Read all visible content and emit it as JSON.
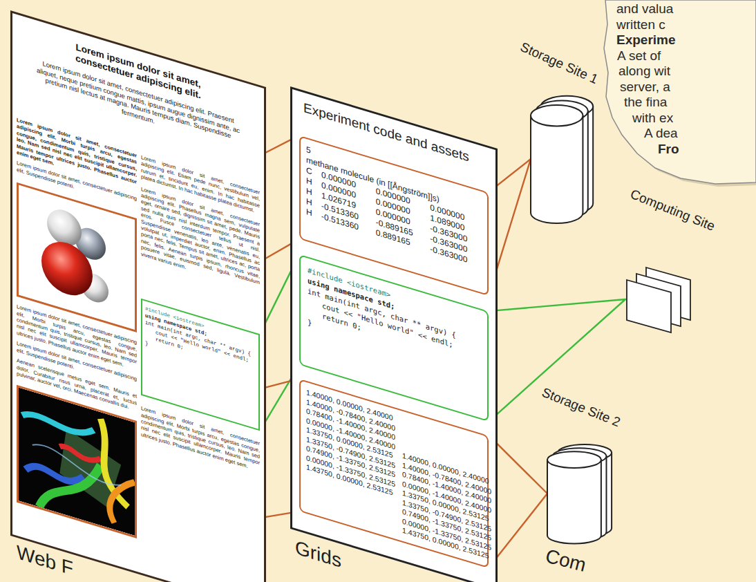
{
  "diagram": {
    "nodes": [
      {
        "text": [
          "Lorem ipsum dolor sit amet, consectetuer adipiscing elit.",
          "Lorem ipsum dolor sit amet, consectetuer adipiscing elit. Praesent aliquet, neque pretium congue mattis, ipsum augue dignissim ante, ac pretium nisl lectus at magna. Mauris tempus diam. Suspendisse fermentum.",
          "Lorem ipsum dolor sit amet, consectetuer adipiscing elit. Morbi turpis arcu, egestas congue, condimentum quis, tristique cursus, leo. Nam sed nisl nec elit suscipit ullamcorper. Mauris tempor ultrices justo. Phasellus auctor enim eget sem.",
          "Lorem ipsum dolor sit amet, consectetuer adipiscing elit. Suspendisse potenti.",
          "Lorem ipsum dolor sit amet, consectetuer adipiscing elit. Morbi turpis arcu, egestas congue, condimentum quis, tristique cursus, leo. Nam sed nisl nec elit suscipit ullamcorper. Mauris tempor ultrices justo. Phasellus auctor enim eget sem.",
          "Lorem ipsum dolor sit amet, consectetuer adipiscing elit. Suspendisse potenti.",
          "Aenean scelerisque metus eget sem. Mauris et dolor. Curabitur risus urna, placerat et, luctus pulvinar, auctor vel, orci. Maecenas convallis dui.",
          "Lorem ipsum dolor sit amet, consectetuer adipiscing elit. Etiam pede nunc, vestibulum vel, rutrum et, tincidunt eu, enim. In hac habitasse platea dictumst. In hac habitasse platea dictumst.",
          "Lorem ipsum dolor sit amet, consectetuer adipiscing elit. Phasellus magna sem, vulputate eget, ornare sed, dignissim sit amet, pede. Mauris sed nulla quis nisl interdum tempor. Praesent a eros. Fusce consectetuer tellus ut nisl. Suspendisse venenatis, leo ante, venenatis eu, volutpat ut, imperdiet auctor, enim. Phasellus ac porta nec, felis. Tempus sit amet, ultrices ac, porta nec, felis. Aenean turpis ipsum, rhoncus vitae, posuere vitae, euismod sed, ligula. Vestibulum viverra varius enim.",
          "Lorem ipsum dolor sit amet, consectetuer adipiscing elit. Morbi turpis arcu, egestas congue, condimentum quis, tristique cursus, leo. Nam sed nisl nec elit suscipit ullamcorper. Mauris tempor ultrices justo. Phasellus auctor enim eget sem.",
          "Web F"
        ]
      },
      {
        "text": [
          "#include <iostream>",
          "using namespace std;",
          "int main(int argc, char ** argv) {",
          "cout << \"Hello world\" << endl;",
          "return 0;",
          "}"
        ],
        "in": 0
      },
      {
        "text": [
          "Experiment code and assets",
          "Grids"
        ]
      },
      {
        "text": [
          "5",
          "methane molecule (in [[Ångström]]s)",
          "C",
          "0.000000",
          "0.000000",
          "0.000000",
          "H",
          "0.000000",
          "0.000000",
          "1.089000",
          "H",
          "1.026719",
          "0.000000",
          "-0.363000",
          "H",
          "-0.513360",
          "-0.889165",
          "-0.363000",
          "H",
          "-0.513360",
          "0.889165",
          "-0.363000"
        ],
        "in": 2
      },
      {
        "text": [
          "#include <iostream>",
          "using namespace std;",
          "int main(int argc, char ** argv) {",
          "cout << \"Hello world\" << endl;",
          "return 0;",
          "}"
        ],
        "in": 2
      },
      {
        "text": [
          "1.40000, 0.00000, 2.40000",
          "1.40000, -0.78400, 2.40000",
          "0.78400, -1.40000, 2.40000",
          "0.00000, -1.40000, 2.40000",
          "1.33750, 0.00000, 2.53125",
          "1.33750, -0.74900, 2.53125",
          "0.74900, -1.33750, 2.53125",
          "0.00000, -1.33750, 2.53125",
          "1.43750, 0.00000, 2.53125",
          "1.40000, 0.00000, 2.40000",
          "1.40000, -0.78400, 2.40000",
          "0.78400, -1.40000, 2.40000",
          "0.00000, -1.40000, 2.40000",
          "1.33750, 0.00000, 2.53125",
          "1.33750, -0.74900, 2.53125",
          "0.74900, -1.33750, 2.53125",
          "0.00000, -1.33750, 2.53125",
          "1.43750, 0.00000, 2.53125"
        ],
        "in": 2
      },
      {
        "text": [
          "Storage Site 1"
        ]
      },
      {
        "text": [
          "Computing Site"
        ]
      },
      {
        "text": [
          "Storage Site 2"
        ]
      },
      {
        "text": [
          "and valua",
          "written c",
          "Experime",
          "A set of",
          "along wit",
          "server, a",
          "the fina",
          "with ex",
          "A dea",
          "Fro"
        ]
      }
    ],
    "edges": [
      {
        "from": 0,
        "to": 3,
        "arrow": "none"
      },
      {
        "from": 1,
        "to": 4,
        "arrow": "none"
      },
      {
        "from": 0,
        "to": 5,
        "arrow": "none"
      },
      {
        "from": 3,
        "to": 6,
        "arrow": "none"
      },
      {
        "from": 4,
        "to": 7,
        "arrow": "none"
      },
      {
        "from": 5,
        "to": 8,
        "arrow": "none"
      }
    ],
    "labels": [
      "Com"
    ]
  }
}
